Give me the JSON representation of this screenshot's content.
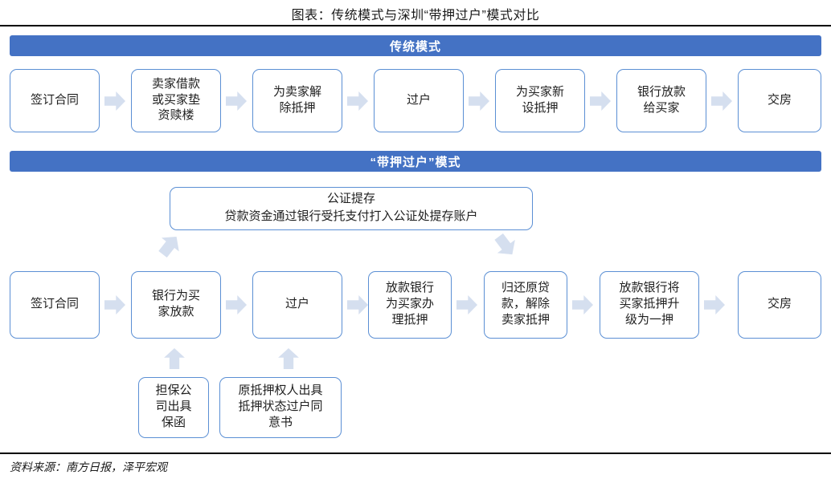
{
  "title": "图表：传统模式与深圳“带押过户”模式对比",
  "source": "资料来源：南方日报，泽平宏观",
  "colors": {
    "band_blue": "#4472C4",
    "box_border": "#5B8FD4",
    "arrow_fill": "#D5DFEF",
    "rule_black": "#000000",
    "text": "#1f1f1f"
  },
  "sections": [
    {
      "band_label": "传统模式",
      "steps": [
        "签订合同",
        "卖家借款\n或买家垫\n资赎楼",
        "为卖家解\n除抵押",
        "过户",
        "为买家新\n设抵押",
        "银行放款\n给买家",
        "交房"
      ]
    },
    {
      "band_label": "“带押过户”模式",
      "notary": "公证提存\n贷款资金通过银行受托支付打入公证处提存账户",
      "steps": [
        "签订合同",
        "银行为买\n家放款",
        "过户",
        "放款银行\n为买家办\n理抵押",
        "归还原贷\n款，解除\n卖家抵押",
        "放款银行将\n买家抵押升\n级为一押",
        "交房"
      ],
      "support": [
        "担保公\n司出具\n保函",
        "原抵押权人出具\n抵押状态过户同\n意书"
      ]
    }
  ]
}
